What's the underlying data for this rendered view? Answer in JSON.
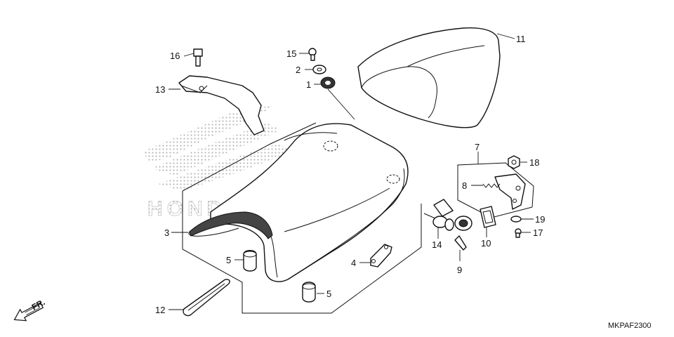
{
  "diagram": {
    "watermark": "HONDA",
    "code": "MKPAF2300",
    "direction": "FR.",
    "callouts": [
      {
        "id": "c1",
        "text": "1"
      },
      {
        "id": "c2",
        "text": "2"
      },
      {
        "id": "c3",
        "text": "3"
      },
      {
        "id": "c4",
        "text": "4"
      },
      {
        "id": "c5a",
        "text": "5"
      },
      {
        "id": "c5b",
        "text": "5"
      },
      {
        "id": "c7",
        "text": "7"
      },
      {
        "id": "c8",
        "text": "8"
      },
      {
        "id": "c9",
        "text": "9"
      },
      {
        "id": "c10",
        "text": "10"
      },
      {
        "id": "c11",
        "text": "11"
      },
      {
        "id": "c12",
        "text": "12"
      },
      {
        "id": "c13",
        "text": "13"
      },
      {
        "id": "c14",
        "text": "14"
      },
      {
        "id": "c15",
        "text": "15"
      },
      {
        "id": "c16",
        "text": "16"
      },
      {
        "id": "c17",
        "text": "17"
      },
      {
        "id": "c18",
        "text": "18"
      },
      {
        "id": "c19",
        "text": "19"
      }
    ]
  }
}
